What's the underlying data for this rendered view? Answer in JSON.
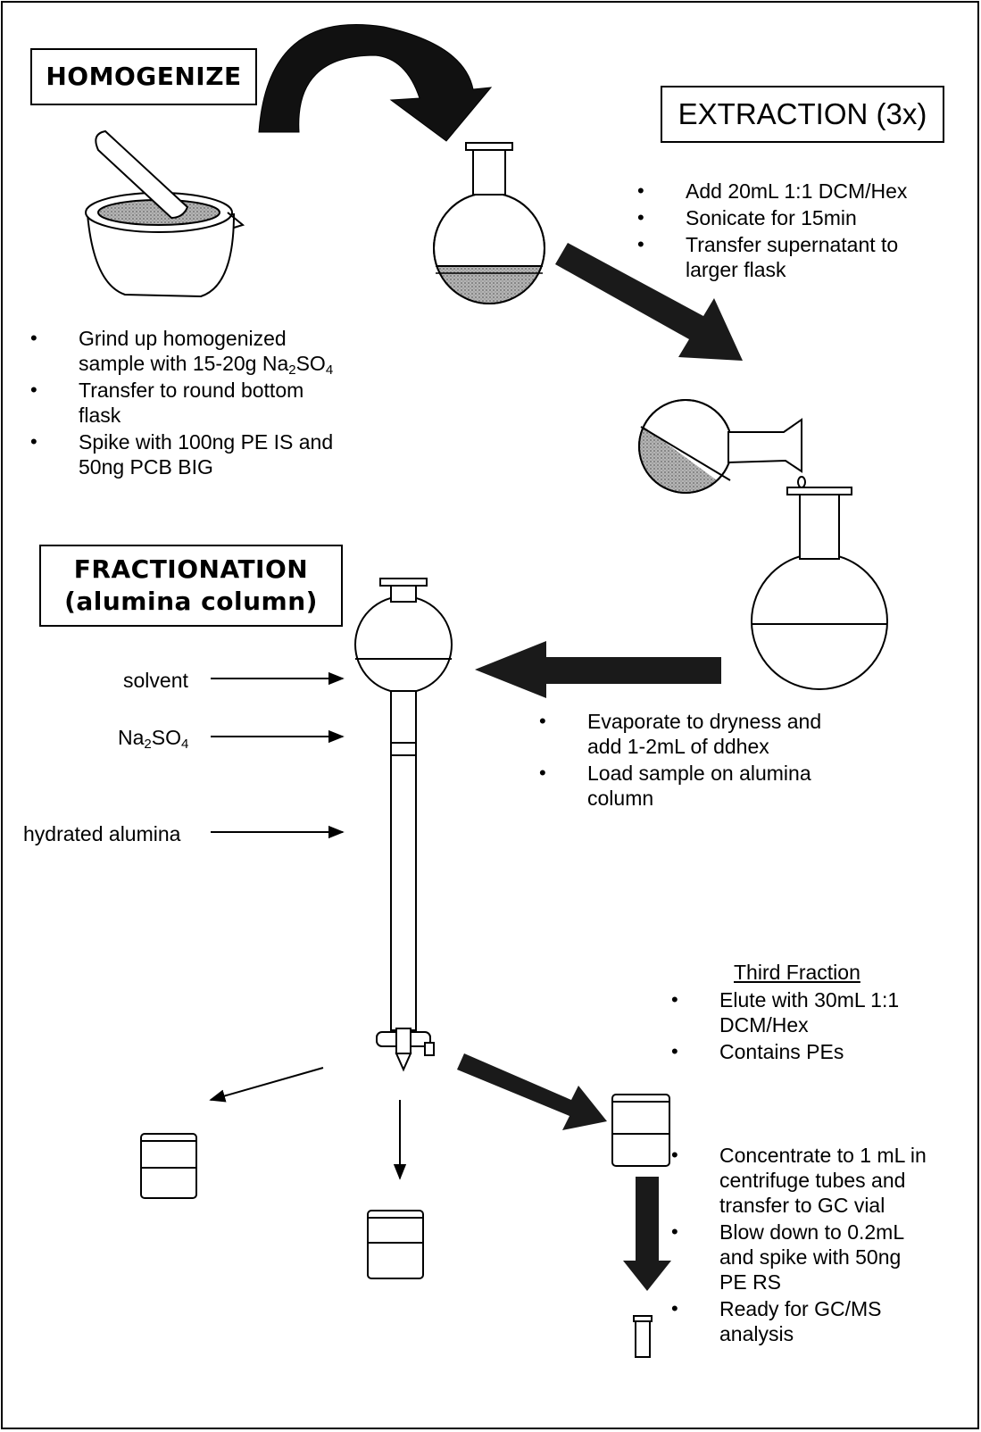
{
  "titles": {
    "homogenize": "HOMOGENIZE",
    "extraction": "EXTRACTION (3x)",
    "fractionation_line1": "FRACTIONATION",
    "fractionation_line2": "(alumina column)"
  },
  "homogenize_steps": {
    "s1_line1": "Grind up homogenized",
    "s1_line2_pre": "sample with 15-20g Na",
    "s1_sub1": "2",
    "s1_mid": "SO",
    "s1_sub2": "4",
    "s2": "Transfer to round bottom flask",
    "s3": "Spike with 100ng PE IS and 50ng PCB BIG"
  },
  "extraction_steps": [
    "Add 20mL 1:1 DCM/Hex",
    "Sonicate for 15min",
    "Transfer supernatant to larger flask"
  ],
  "evaporate_steps": [
    "Evaporate to dryness and add 1-2mL of ddhex",
    "Load sample on alumina column"
  ],
  "column_labels": {
    "solvent": "solvent",
    "na_pre": "Na",
    "na_sub1": "2",
    "na_mid": "SO",
    "na_sub2": "4",
    "alumina": "hydrated alumina"
  },
  "third_fraction": {
    "heading": "Third Fraction",
    "steps": [
      "Elute with 30mL 1:1 DCM/Hex",
      "Contains PEs"
    ]
  },
  "final_steps": [
    "Concentrate to 1 mL in centrifuge tubes and transfer to GC vial",
    "Blow down to 0.2mL and spike with 50ng PE RS",
    "Ready for GC/MS analysis"
  ],
  "colors": {
    "ink": "#000000",
    "fill_gray": "#9a9a9a",
    "arrow": "#1a1a1a"
  },
  "icons": [
    "mortar-and-pestle-icon",
    "round-bottom-flask-icon",
    "pouring-flask-icon",
    "large-flask-icon",
    "separatory-column-icon",
    "beaker-icon",
    "centrifuge-tube-icon"
  ]
}
